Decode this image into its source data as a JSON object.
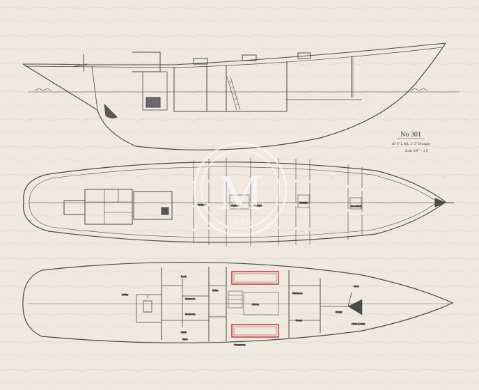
{
  "title_block": {
    "number": "No 301",
    "dimensions": "40' 0\" L.W.L.  3' 5\" Draught",
    "scale": "Scale 3/8\" = 1 ft"
  },
  "watermark": {
    "letter": "M",
    "year": "1896"
  },
  "deck_plan": {
    "labels": [
      "Skylight",
      "Skylight",
      "Skylight",
      "Skylight",
      "Fore Hatch"
    ]
  },
  "accommodation_plan": {
    "labels": [
      "Berth",
      "Berth",
      "Stateroom",
      "Toilet",
      "Stateroom",
      "Saloon",
      "Stateroom",
      "Pantry",
      "Companion",
      "Galley",
      "Lobby",
      "Crew",
      "Chain Locker",
      "Store"
    ]
  },
  "colors": {
    "paper": "#efe9e0",
    "ink": "#4a4a4a",
    "red_settee": "#c0404a"
  }
}
